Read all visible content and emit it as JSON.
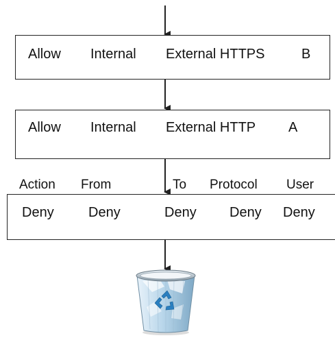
{
  "rule_b": {
    "action": "Allow",
    "from": "Internal",
    "to_protocol": "External HTTPS",
    "user": "B"
  },
  "rule_a": {
    "action": "Allow",
    "from": "Internal",
    "to_protocol": "External HTTP",
    "user": "A"
  },
  "headers": {
    "action": "Action",
    "from": "From",
    "to": "To",
    "protocol": "Protocol",
    "user": "User"
  },
  "default_rule": {
    "action": "Deny",
    "from": "Deny",
    "to": "Deny",
    "protocol": "Deny",
    "user": "Deny"
  },
  "icons": {
    "end": "recycle-bin-icon",
    "flow": "arrow-down-icon"
  },
  "colors": {
    "line": "#222222",
    "bin_body": "#b8d6ea",
    "recycle_symbol": "#2a7fc0"
  }
}
